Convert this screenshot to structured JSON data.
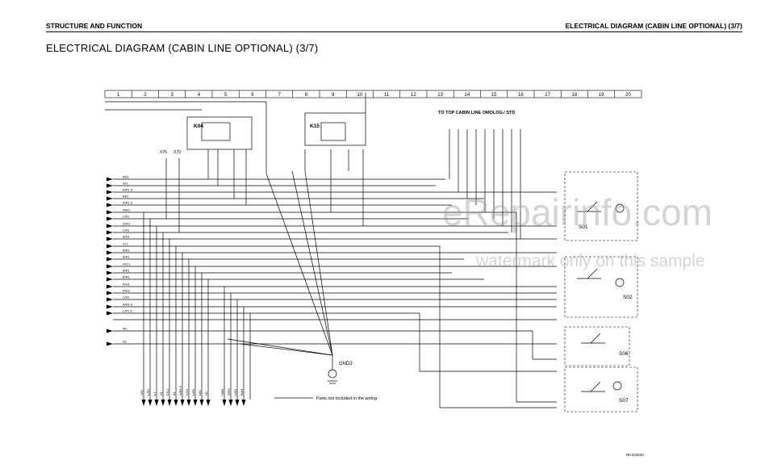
{
  "header": {
    "left": "STRUCTURE AND FUNCTION",
    "right": "ELECTRICAL DIAGRAM (CABIN LINE OPTIONAL) (3/7)"
  },
  "title": "ELECTRICAL DIAGRAM (CABIN LINE  OPTIONAL) (3/7)",
  "grid_columns": [
    "1",
    "2",
    "3",
    "4",
    "5",
    "6",
    "7",
    "8",
    "9",
    "10",
    "11",
    "12",
    "13",
    "14",
    "15",
    "16",
    "17",
    "18",
    "19",
    "20"
  ],
  "components": {
    "relay_k04": "K04",
    "relay_k15": "K15",
    "switch_s01": "S01",
    "switch_s02": "S02",
    "switch_s06": "S06",
    "switch_s07": "S07",
    "ground": "GND3",
    "connector_x76": "X76",
    "connector_x79": "X79"
  },
  "top_note": "TO TOP CABIN LINE OMOLOG./ STD",
  "legend_note": "Parts not included in the wiring",
  "drawing_code": "RKS02630",
  "watermark": "eRepairinfo.com",
  "watermark_sub": "watermark only on this sample",
  "left_wire_labels": [
    "BH1",
    "GH",
    "A/R1.5",
    "BR1",
    "A/R1.5",
    "N/R1",
    "L/N1",
    "G/N1",
    "L/R1",
    "B/N1",
    "C/1",
    "B/R1",
    "B/A1",
    "H/G1",
    "B/R1",
    "B/R1",
    "A/H1",
    "R/H1",
    "L/N1",
    "A/R1.5",
    "L/R1.5",
    "M1",
    "N1"
  ],
  "bottom_wire_labels": [
    "LB1",
    "L/B1",
    "L1",
    "A1",
    "C/L1",
    "A1",
    "A/R1.5",
    "L/N1",
    "L/R1",
    "LB1",
    "H1",
    "H/B1",
    "G/B1",
    "L/B1",
    "B/A1"
  ]
}
